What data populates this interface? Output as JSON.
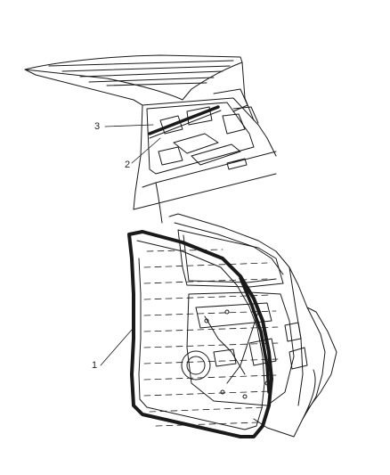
{
  "callouts": {
    "item1": "1",
    "item2": "2",
    "item3": "3"
  },
  "colors": {
    "line": "#1a1a1a",
    "background": "#ffffff"
  }
}
